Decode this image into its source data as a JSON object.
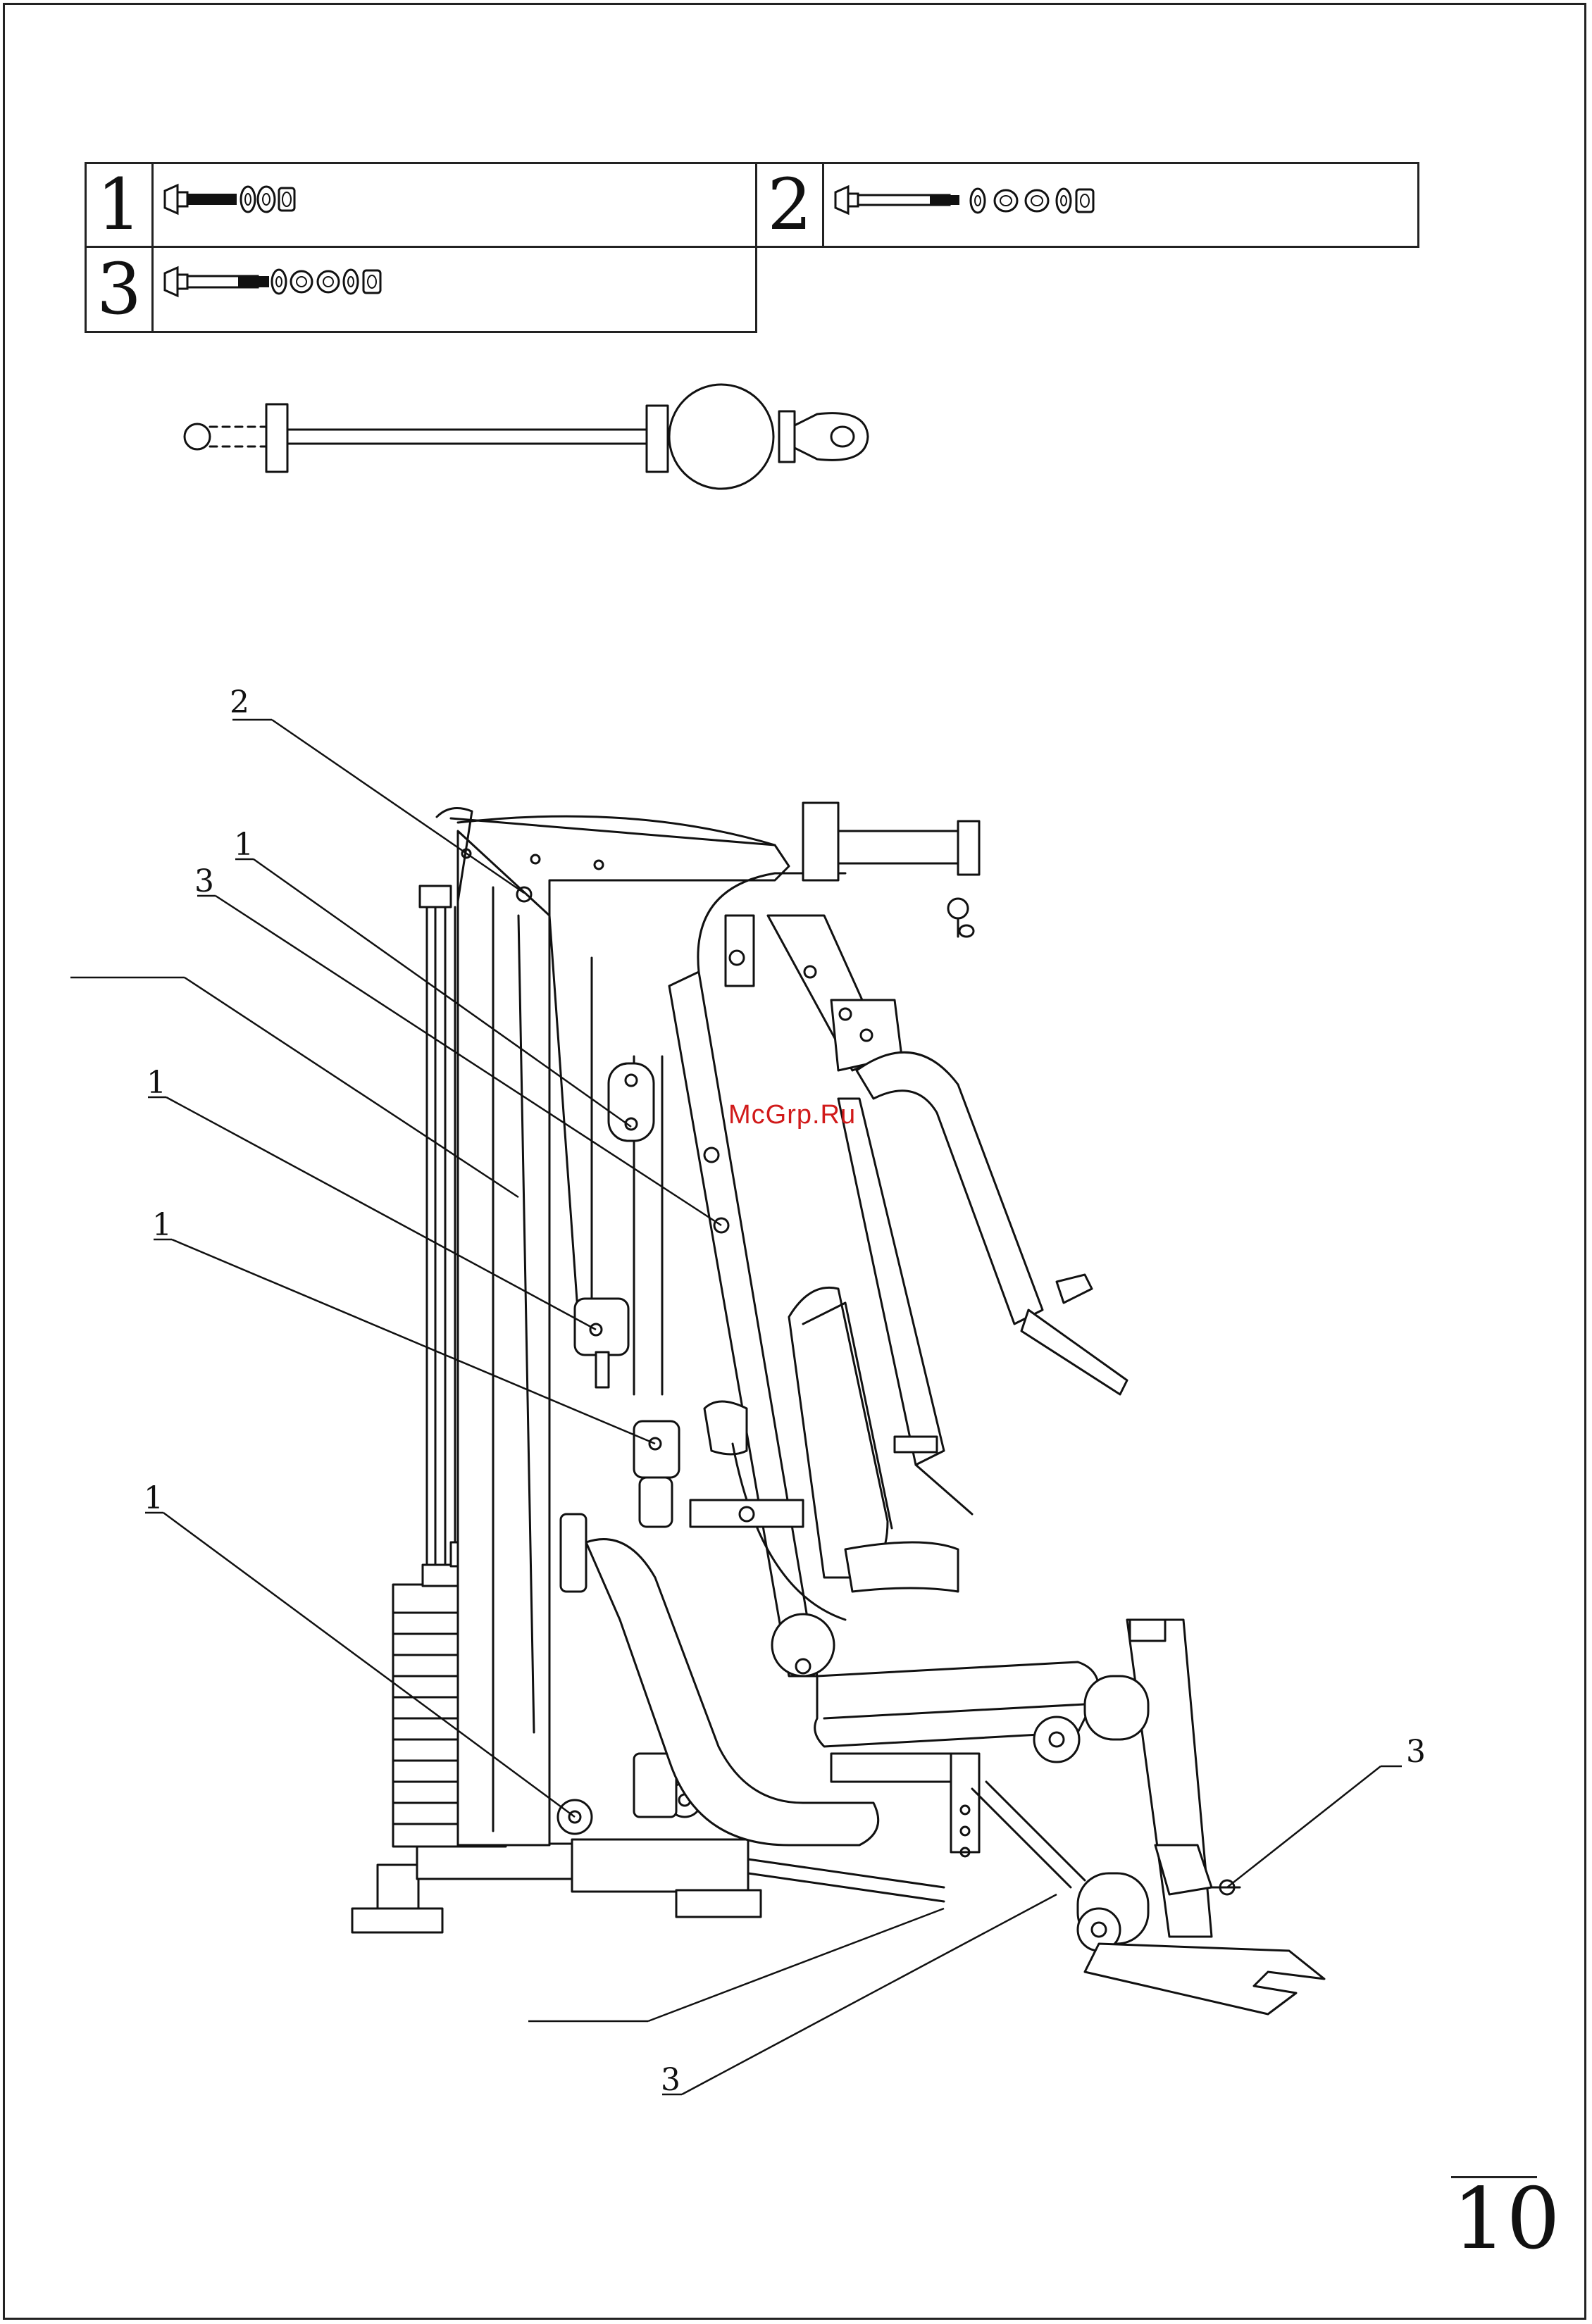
{
  "hardware_table": {
    "rows": [
      {
        "number": "1"
      },
      {
        "number": "2"
      },
      {
        "number": "3"
      }
    ]
  },
  "callouts": [
    {
      "label": "2"
    },
    {
      "label": "1"
    },
    {
      "label": "3"
    },
    {
      "label": ""
    },
    {
      "label": "1"
    },
    {
      "label": "1"
    },
    {
      "label": "1"
    },
    {
      "label": "3"
    },
    {
      "label": ""
    },
    {
      "label": "3"
    }
  ],
  "watermark": "McGrp.Ru",
  "page_number": "10"
}
